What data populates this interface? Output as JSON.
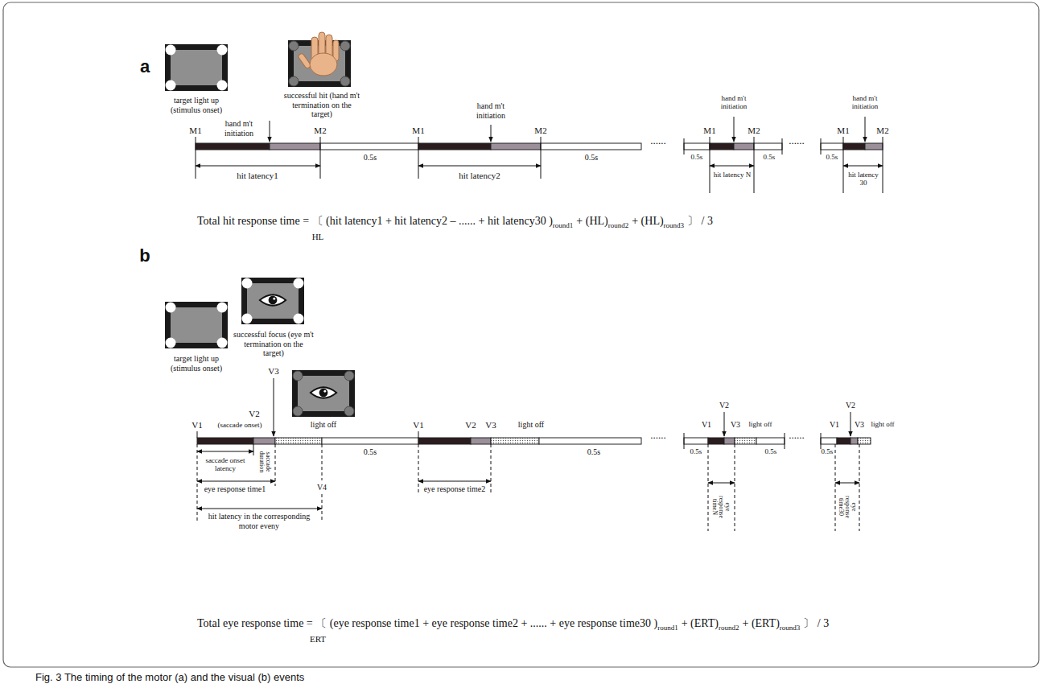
{
  "diagram": {
    "caption": "Fig. 3 The timing of the motor (a) and the visual (b) events",
    "labels": [
      "a",
      "target light up (stimulus onset)",
      "M1",
      "hand m't initiation",
      "successful hit (hand m't termination on the target)",
      "M2",
      "hit latency1",
      "0.5s",
      "M1",
      "hand m't initiation",
      "M2",
      "hit latency2",
      "0.5s",
      "......",
      "0.5s",
      "M1",
      "hand m't initiation",
      "M2",
      "0.5s",
      "hit latency N",
      "......",
      "0.5s",
      "M1",
      "hand m't initiation",
      "M2",
      "hit latency 30",
      "Total hit response time = 〔 (hit latency1 + hit latency2 – ...... + hit latency30 )",
      "round1",
      "+ (HL)",
      "round2",
      "+ (HL)",
      "round3",
      "〕 / 3",
      "HL",
      "b",
      "target light up (stimulus onset)",
      "successful focus (eye m't termination on the target)",
      "V1",
      "V2",
      "(saccade onset)",
      "V3",
      "light off",
      "0.5s",
      "V1",
      "V2",
      "V3",
      "light off",
      "0.5s",
      "......",
      "0.5s",
      "V1",
      "V2",
      "V3",
      "light off",
      "0.5s",
      "......",
      "0.5s",
      "V1",
      "V2",
      "V3",
      "light off",
      "saccade onset latency",
      "saccade duration",
      "eye response time1",
      "V4",
      "hit latency in the corresponding motor eveny",
      "eye response time2",
      "eye response timeN",
      "eye response time30",
      "Total eye response time = 〔 (eye response time1 + eye response time2 + ...... + eye response time30 )",
      "round1",
      "+ (ERT)",
      "round2",
      "+ (ERT)",
      "round3",
      "〕 / 3",
      "ERT"
    ]
  }
}
